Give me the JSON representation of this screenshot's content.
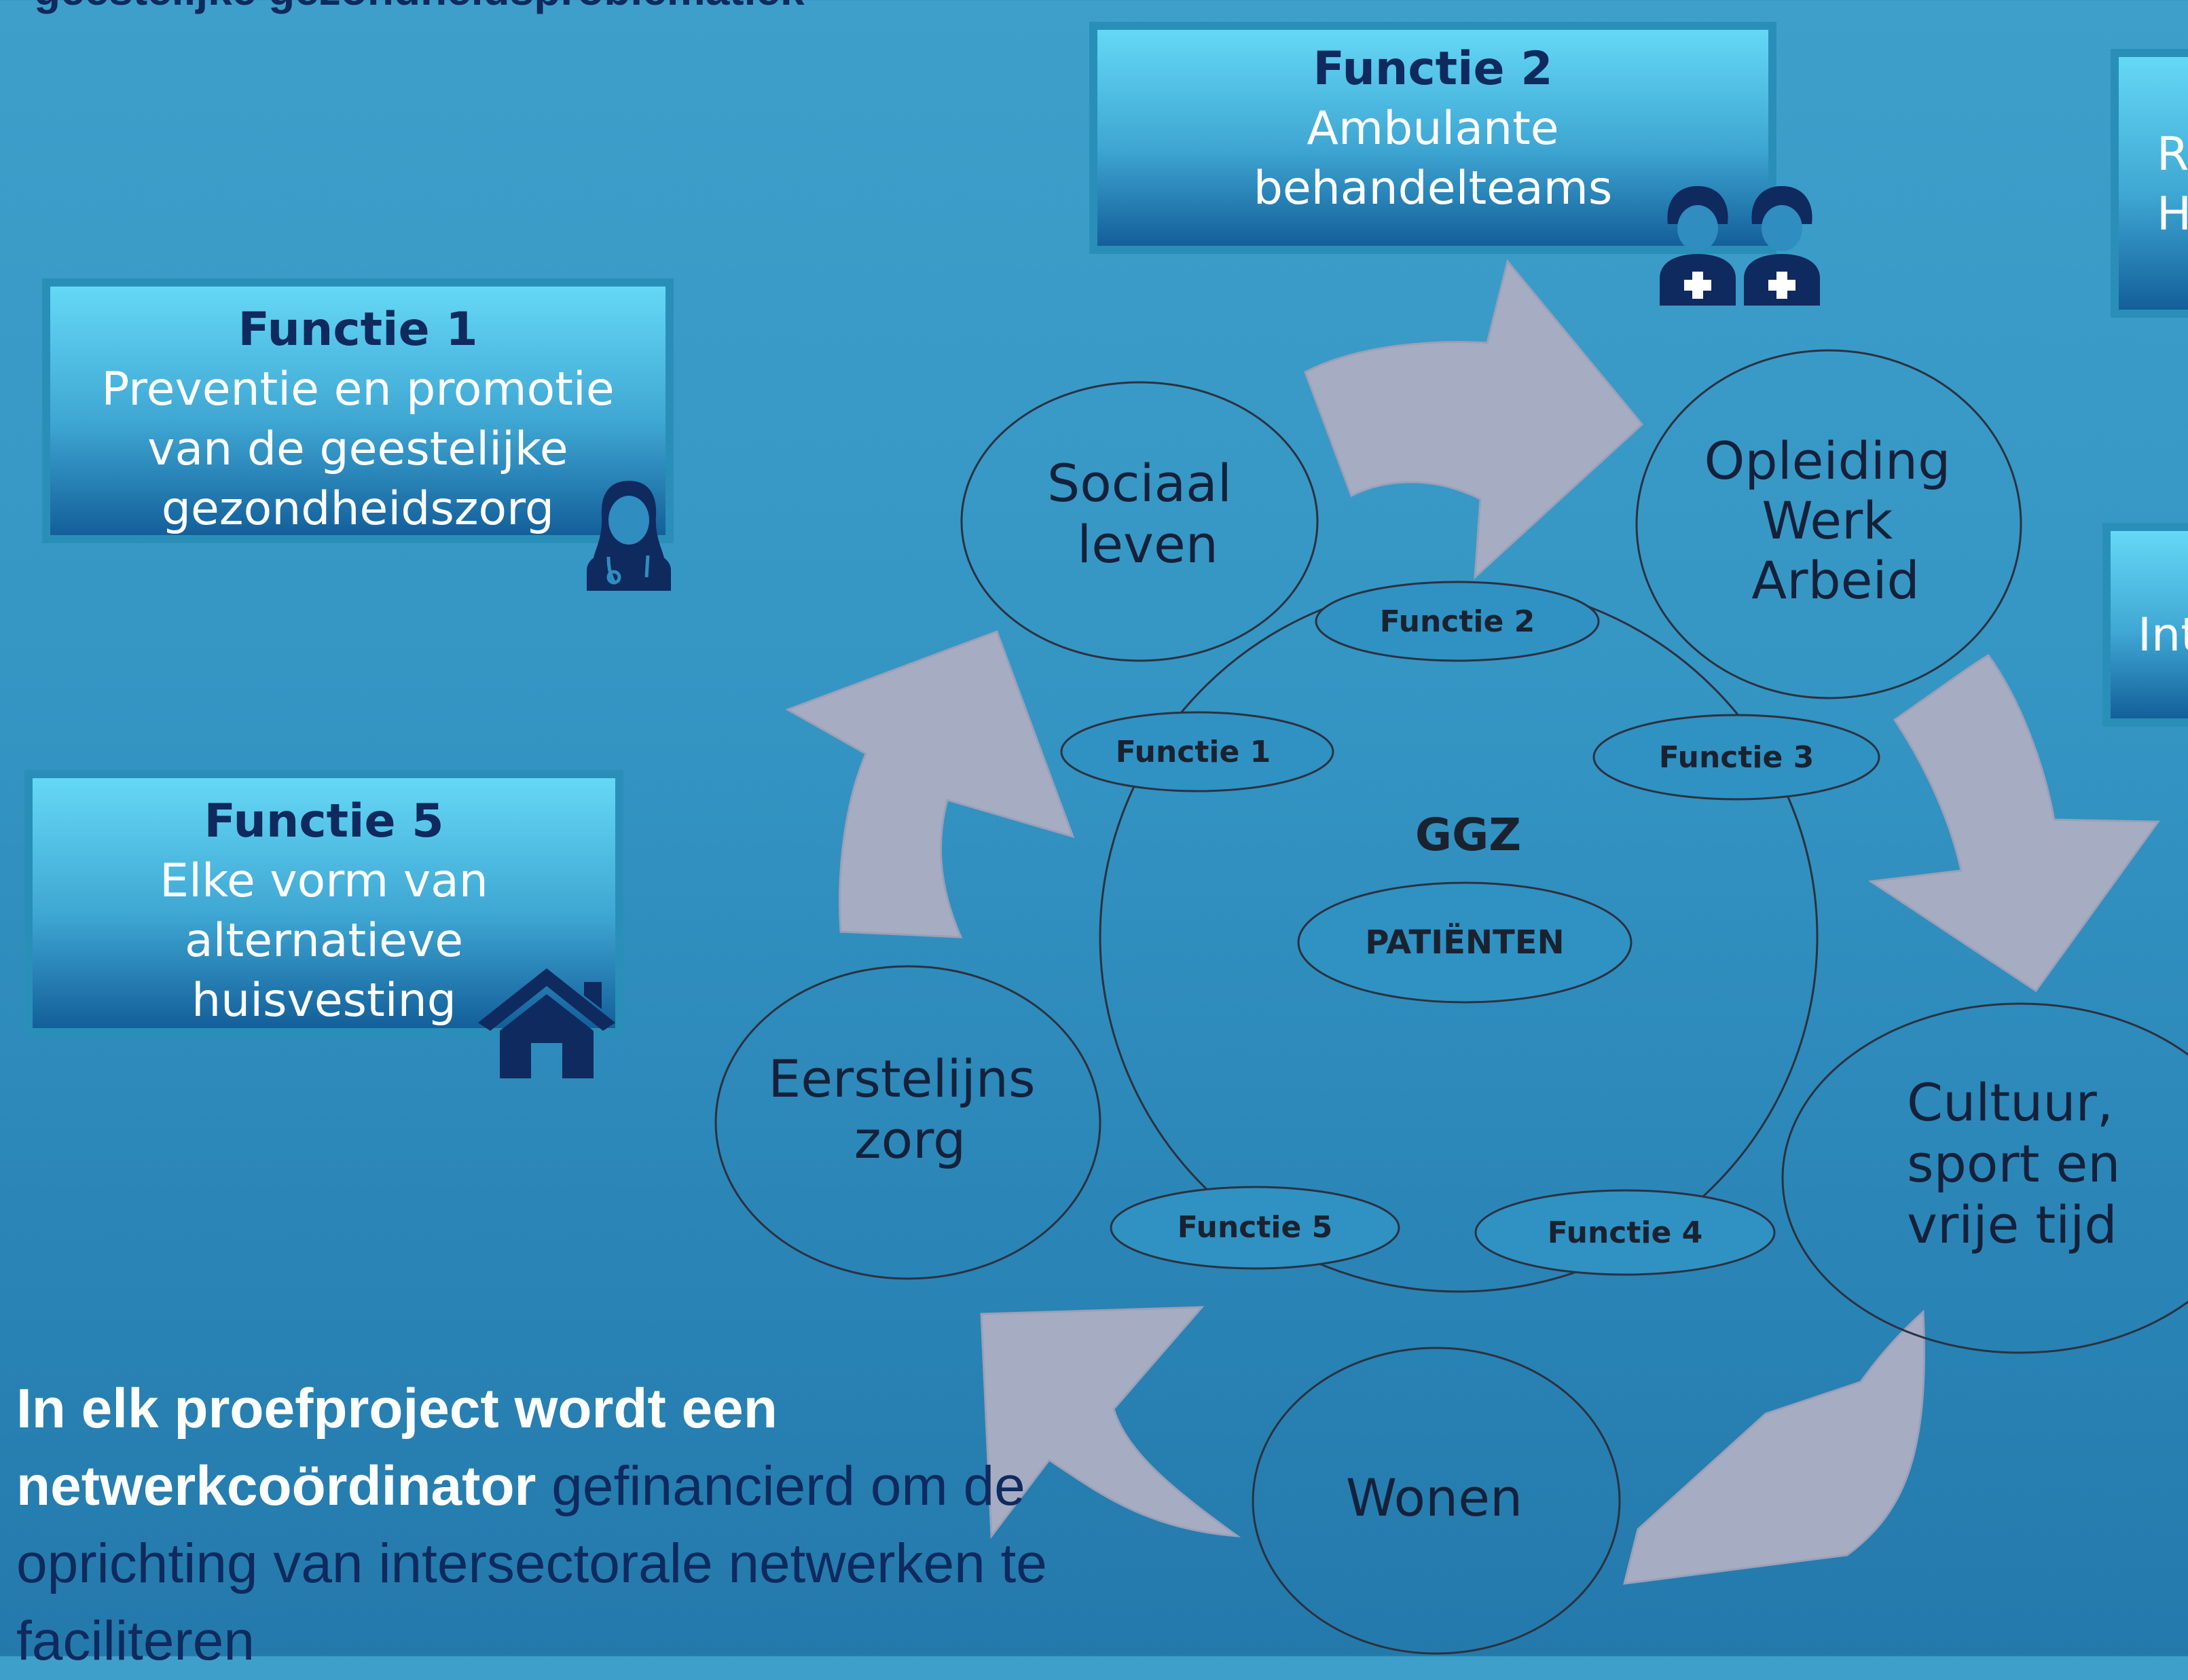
{
  "header": {
    "title_cut": "geestelijke gezondheidsproblematiek"
  },
  "boxes": {
    "f1": {
      "name": "Functie 1",
      "desc": "Preventie en promotie\nvan de geestelijke\ngezondheidszorg",
      "icon": "doctor-icon"
    },
    "f2": {
      "name": "Functie 2",
      "desc": "Ambulante\nbehandelteams",
      "icon": "nurses-icon"
    },
    "f5": {
      "name": "Functie 5",
      "desc": "Elke vorm van\nalternatieve\nhuisvesting",
      "icon": "house-icon"
    },
    "right1": {
      "desc": "Ri\nH"
    },
    "right2": {
      "desc": "Int"
    }
  },
  "diagram": {
    "center_title": "GGZ",
    "center_label": "PATIËNTEN",
    "functies": [
      "Functie 1",
      "Functie 2",
      "Functie 3",
      "Functie 4",
      "Functie 5"
    ],
    "sectors": {
      "sociaal": [
        "Sociaal",
        "leven"
      ],
      "opleiding": [
        "Opleiding",
        "Werk",
        "Arbeid"
      ],
      "cultuur": [
        "Cultuur,",
        "sport en",
        "vrije tijd"
      ],
      "wonen": [
        "Wonen"
      ],
      "eerstelijns": [
        "Eerstelijns",
        "zorg"
      ]
    }
  },
  "bottom": {
    "lead": "In elk proefproject wordt een netwerkcoördinator",
    "rest": " gefinancierd om de oprichting van intersectorale netwerken te faciliteren"
  },
  "colors": {
    "navy": "#0f2a5e",
    "arrow_fill": "#a6adc3",
    "box_border": "#2a8fb8"
  }
}
